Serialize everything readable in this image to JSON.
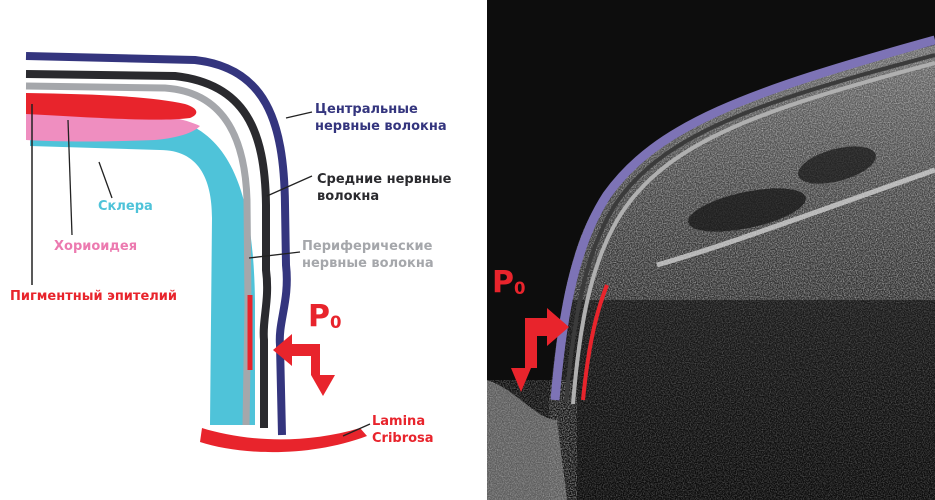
{
  "labels": {
    "central_fibers": "Центральные\nнервные волокна",
    "middle_fibers": "Средние нервные\nволокна",
    "peripheral_fibers": "Периферические\nнервные волокна",
    "sclera": "Склера",
    "choroid": "Хориоидея",
    "rpe": "Пигментный эпителий",
    "lamina": "Lamina Cribrosa"
  },
  "pressure": {
    "symbol": "P",
    "subscript": "0"
  },
  "colors": {
    "central": "#34357e",
    "middle": "#2a2a2e",
    "peripheral": "#a5a7ab",
    "sclera": "#4fc3d9",
    "choroid": "#ec7ab0",
    "rpe": "#e8242c",
    "oct_layer": "#7d73b6"
  },
  "icons": {
    "left_arrow": "down-right-bent-arrow",
    "right_arrow": "down-left-bent-arrow"
  }
}
